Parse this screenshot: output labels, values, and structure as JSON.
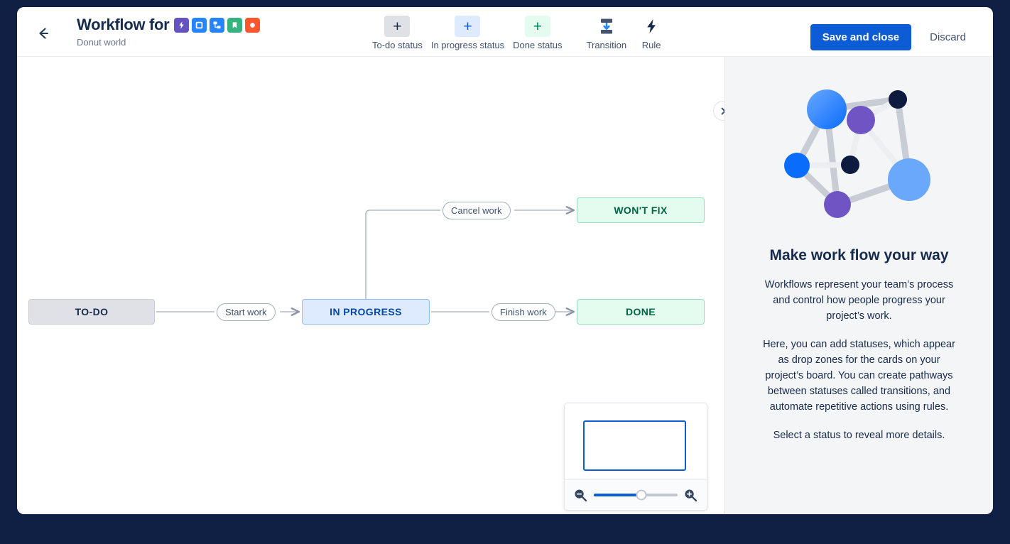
{
  "header": {
    "back_icon": "arrow-left-icon",
    "title": "Workflow for",
    "subtitle": "Donut world",
    "title_icons": [
      {
        "name": "epic-lightning-icon",
        "glyph": "⚡",
        "bg": "#6554c0",
        "fg": "#ffffff"
      },
      {
        "name": "task-square-icon",
        "glyph": "□",
        "bg": "#2684ff",
        "fg": "#ffffff"
      },
      {
        "name": "subtask-icon",
        "glyph": "❐",
        "bg": "#2684ff",
        "fg": "#ffffff"
      },
      {
        "name": "story-bookmark-icon",
        "glyph": "⚑",
        "bg": "#36b37e",
        "fg": "#ffffff"
      },
      {
        "name": "bug-circle-icon",
        "glyph": "●",
        "bg": "#ff5630",
        "fg": "#ffffff"
      }
    ],
    "toolbar": [
      {
        "name": "add-todo-status",
        "label": "To-do status",
        "glyph": "+",
        "bg": "#dfe1e6",
        "fg": "#172b4d"
      },
      {
        "name": "add-in-progress-status",
        "label": "In progress status",
        "glyph": "+",
        "bg": "#deebff",
        "fg": "#0b5cd5"
      },
      {
        "name": "add-done-status",
        "label": "Done status",
        "glyph": "+",
        "bg": "#e3fcef",
        "fg": "#00875a"
      },
      {
        "name": "add-transition",
        "label": "Transition",
        "glyph": "transition-icon",
        "bg": "transparent",
        "fg": "#42526e"
      },
      {
        "name": "add-rule",
        "label": "Rule",
        "glyph": "rule-lightning-icon",
        "bg": "transparent",
        "fg": "#172b4d"
      }
    ],
    "save_label": "Save and close",
    "discard_label": "Discard",
    "accent_color": "#0b5cd5"
  },
  "canvas": {
    "collapse_icon": "chevron-right-icon",
    "nodes": [
      {
        "id": "todo",
        "label": "TO-DO",
        "category": "to-do",
        "bg": "#dfe1e6",
        "fg": "#172b4d"
      },
      {
        "id": "in-progress",
        "label": "IN PROGRESS",
        "category": "in-progress",
        "bg": "#deebff",
        "fg": "#0747a6"
      },
      {
        "id": "done",
        "label": "DONE",
        "category": "done",
        "bg": "#e3fcef",
        "fg": "#006644"
      },
      {
        "id": "wont-fix",
        "label": "WON'T FIX",
        "category": "done",
        "bg": "#e3fcef",
        "fg": "#006644"
      }
    ],
    "transitions": [
      {
        "id": "start-work",
        "label": "Start work",
        "from": "todo",
        "to": "in-progress"
      },
      {
        "id": "finish-work",
        "label": "Finish work",
        "from": "in-progress",
        "to": "done"
      },
      {
        "id": "cancel-work",
        "label": "Cancel work",
        "from": "in-progress",
        "to": "wont-fix"
      }
    ]
  },
  "minimap": {
    "zoom_out_icon": "zoom-out-icon",
    "zoom_in_icon": "zoom-in-icon",
    "zoom_level": 57
  },
  "side_panel": {
    "illustration": "network-graph-illustration",
    "heading": "Make work flow your way",
    "paragraph_1": "Workflows represent your team’s process and control how people progress your project’s work.",
    "paragraph_2": "Here, you can add statuses, which appear as drop zones for the cards on your project’s board. You can create pathways between statuses called transitions, and automate repetitive actions using rules.",
    "paragraph_3": "Select a status to reveal more details."
  }
}
